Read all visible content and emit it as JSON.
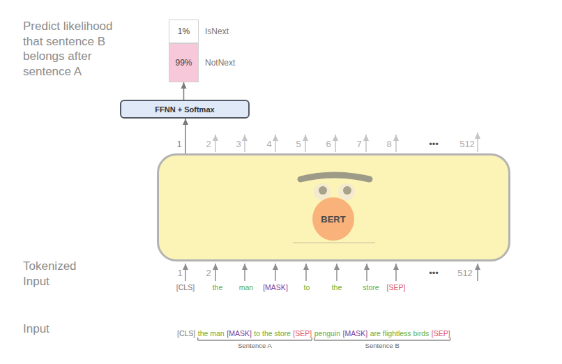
{
  "diagram": {
    "nodes": [
      {
        "text": [
          "1%",
          "IsNext"
        ]
      },
      {
        "text": [
          "99%",
          "NotNext"
        ]
      },
      {
        "text": [
          "FFNN + Softmax"
        ]
      },
      {
        "text": [
          "BERT"
        ]
      }
    ],
    "edges": [
      {
        "from": 3,
        "to": 2,
        "arrow": "to"
      },
      {
        "from": 2,
        "to": 1,
        "arrow": "to"
      }
    ],
    "labels": [
      "Predict likelihood that sentence B belongs after sentence A",
      "1",
      "2",
      "3",
      "4",
      "5",
      "6",
      "7",
      "8",
      "•••",
      "512",
      "Tokenized Input",
      "1",
      "2",
      "•••",
      "512",
      "[CLS]",
      "the",
      "man",
      "[MASK]",
      "to",
      "the",
      "store",
      "[SEP]",
      "Input",
      "[CLS]",
      "the man",
      "[MASK]",
      "to the store",
      "[SEP]",
      "penguin",
      "[MASK]",
      "are flightless birds",
      "[SEP]",
      "Sentence A",
      "Sentence B"
    ]
  }
}
